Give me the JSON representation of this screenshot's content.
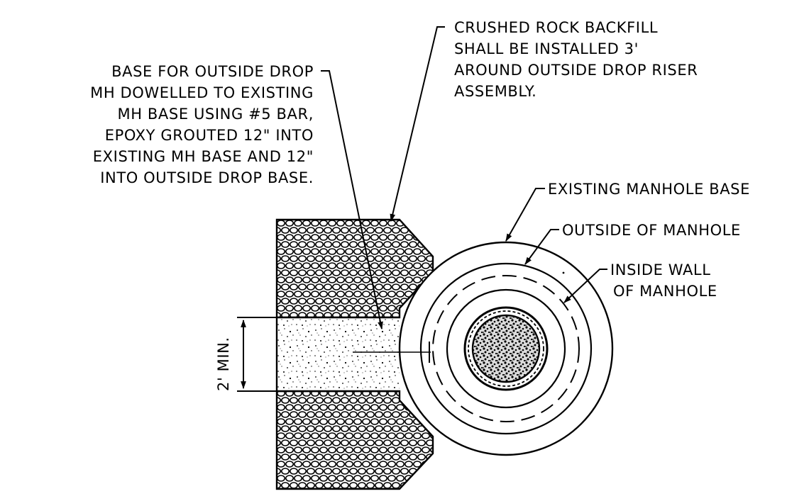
{
  "notes": {
    "dowel_lines": [
      "BASE FOR OUTSIDE DROP",
      "MH DOWELLED TO EXISTING",
      "MH BASE USING #5 BAR,",
      "EPOXY GROUTED 12\" INTO",
      "EXISTING MH BASE AND 12\"",
      "INTO OUTSIDE DROP BASE."
    ],
    "backfill_lines": [
      "CRUSHED ROCK BACKFILL",
      "SHALL BE INSTALLED 3'",
      "AROUND OUTSIDE DROP RISER",
      "ASSEMBLY."
    ],
    "existing_base": "EXISTING MANHOLE BASE",
    "outside_of_manhole": "OUTSIDE OF MANHOLE",
    "inside_wall_lines": [
      "INSIDE WALL",
      "OF MANHOLE"
    ]
  },
  "dimension": {
    "label": "2' MIN."
  },
  "colors": {
    "ink": "#000000",
    "paper": "#ffffff"
  }
}
